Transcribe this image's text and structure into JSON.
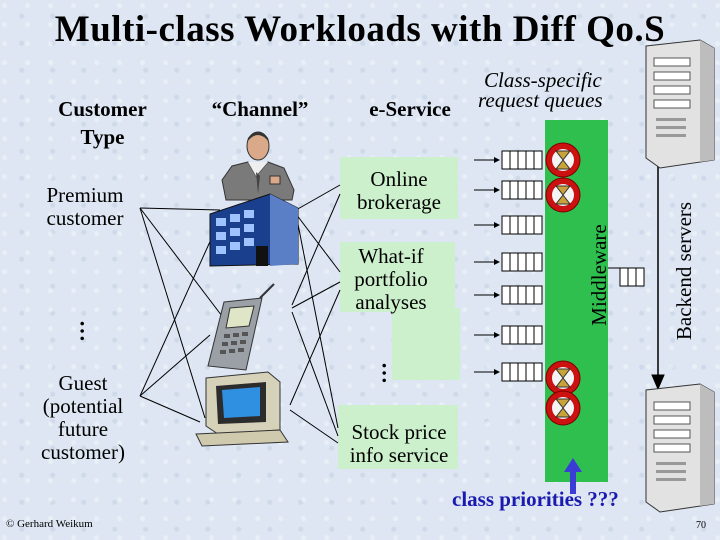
{
  "title": "Multi-class Workloads with Diff Qo.S",
  "headers": {
    "customer_type": "Customer Type",
    "channel": "“Channel”",
    "eservice": "e-Service",
    "queues_line1": "Class-specific",
    "queues_line2": "request queues"
  },
  "customers": {
    "premium": "Premium customer",
    "guest": "Guest (potential future customer)",
    "ellipsis": "…"
  },
  "services": {
    "online": "Online brokerage",
    "whatif": "What-if portfolio analyses",
    "stock": "Stock price info service",
    "ellipsis": "…"
  },
  "middleware": {
    "label": "Middleware",
    "ellipsis": "…"
  },
  "backend": {
    "label": "Backend servers"
  },
  "priorities": "class priorities ???",
  "footer": {
    "copyright": "© Gerhard Weikum",
    "page": "70"
  },
  "icon_names": [
    "businessman-icon",
    "office-building-icon",
    "mobile-phone-icon",
    "desktop-computer-icon",
    "server-tower-icon",
    "hourglass-icon"
  ],
  "colors": {
    "service_box": "#ccefcc",
    "middleware": "#2fbf4f",
    "hourglass_ring": "#cc1111",
    "priority_text": "#1a1ab0"
  }
}
